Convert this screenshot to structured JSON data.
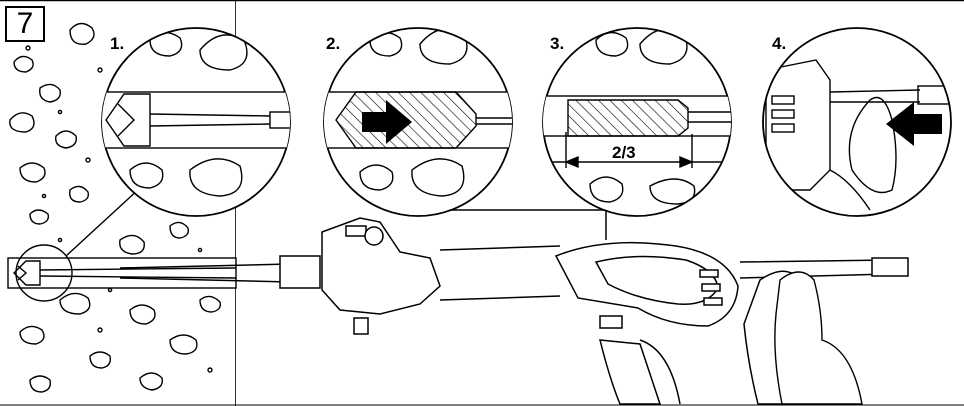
{
  "figure": {
    "number": "7"
  },
  "steps": [
    {
      "label": "1."
    },
    {
      "label": "2."
    },
    {
      "label": "3."
    },
    {
      "label": "4."
    }
  ],
  "step3": {
    "fill_fraction": "2/3"
  },
  "colors": {
    "ink": "#000000",
    "paper": "#ffffff"
  }
}
